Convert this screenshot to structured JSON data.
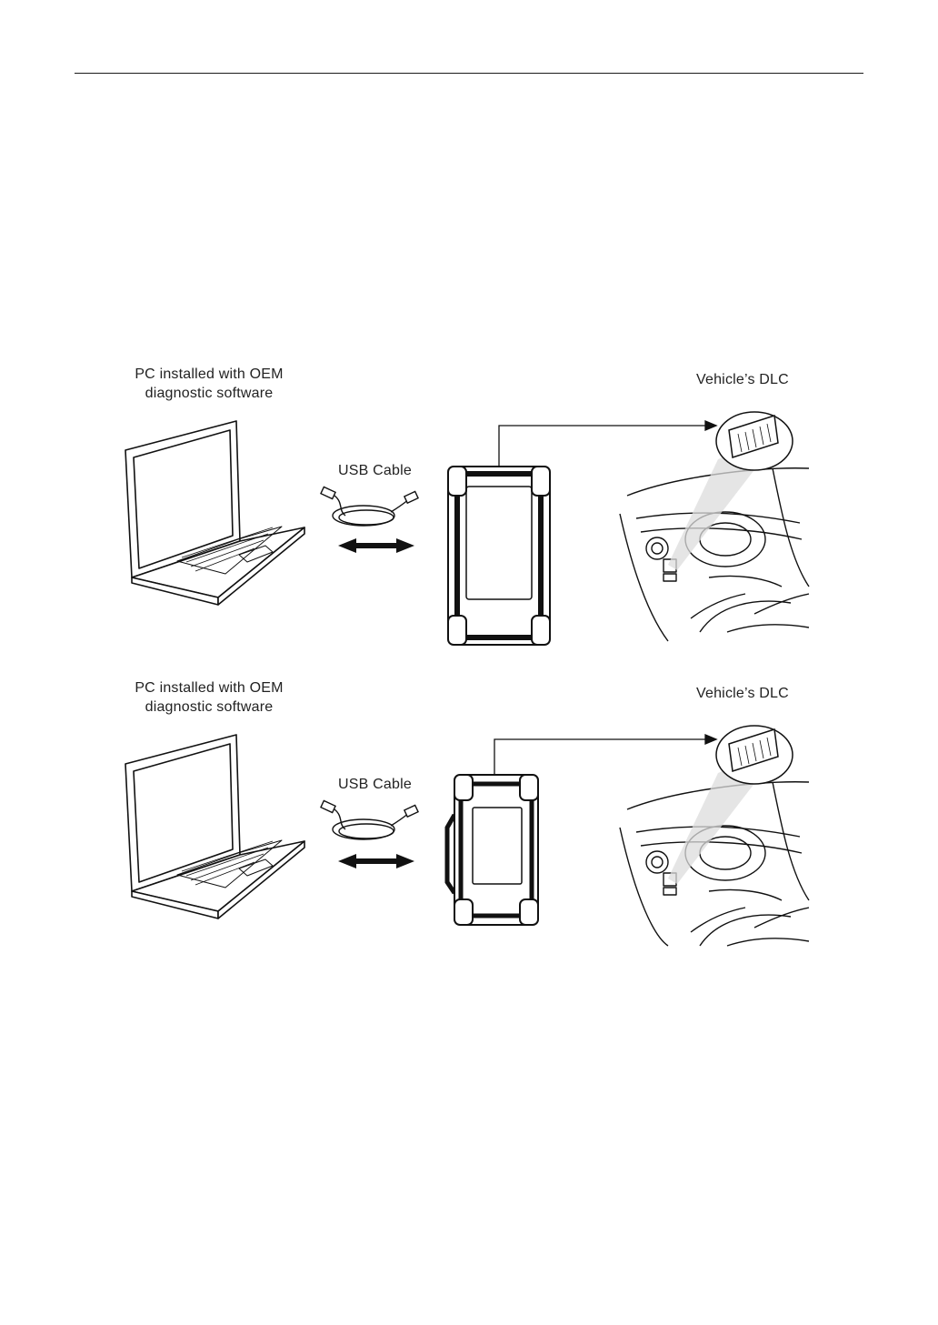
{
  "diagrams": [
    {
      "pc_label_line1": "PC installed with OEM",
      "pc_label_line2": "diagnostic software",
      "usb_label": "USB Cable",
      "dlc_label": "Vehicle’s DLC"
    },
    {
      "pc_label_line1": "PC installed with OEM",
      "pc_label_line2": "diagnostic software",
      "usb_label": "USB Cable",
      "dlc_label": "Vehicle’s DLC"
    }
  ]
}
